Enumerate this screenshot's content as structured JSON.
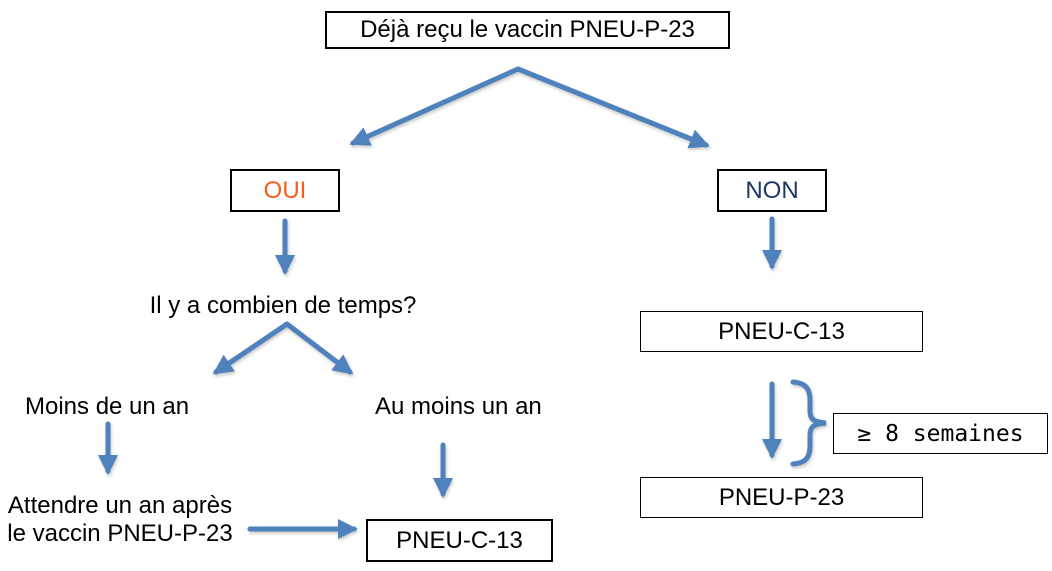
{
  "diagram": {
    "root": {
      "label": "Déjà reçu le vaccin PNEU-P-23"
    },
    "branch_yes": {
      "label": "OUI"
    },
    "branch_no": {
      "label": "NON"
    },
    "question": {
      "label": "Il y a combien de temps?"
    },
    "option_less_than_one_year": {
      "label": "Moins de un an"
    },
    "option_at_least_one_year": {
      "label": "Au moins un an"
    },
    "wait_note": {
      "line1": "Attendre un an après",
      "line2": "le vaccin PNEU-P-23"
    },
    "result_pneu_c13_left": {
      "label": "PNEU-C-13"
    },
    "result_pneu_c13_right": {
      "label": "PNEU-C-13"
    },
    "interval_note": {
      "label": "≥ 8 semaines"
    },
    "result_pneu_p23": {
      "label": "PNEU-P-23"
    },
    "colors": {
      "arrow_blue": "#4F81BD",
      "oui_orange": "#FA5B17",
      "non_navy": "#1F3864",
      "box_border": "#000000",
      "background": "#FFFFFF"
    }
  }
}
